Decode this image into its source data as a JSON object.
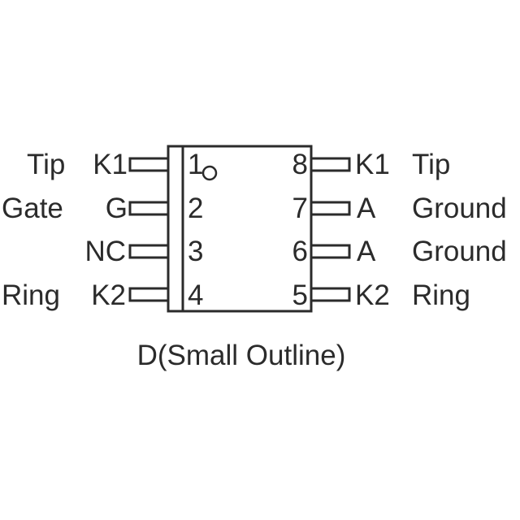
{
  "package_label": "D(Small Outline)",
  "left_pins": [
    {
      "number": "1",
      "symbol": "K1",
      "function": "Tip"
    },
    {
      "number": "2",
      "symbol": "G",
      "function": "Gate"
    },
    {
      "number": "3",
      "symbol": "NC",
      "function": ""
    },
    {
      "number": "4",
      "symbol": "K2",
      "function": "Ring"
    }
  ],
  "right_pins": [
    {
      "number": "8",
      "symbol": "K1",
      "function": "Tip"
    },
    {
      "number": "7",
      "symbol": "A",
      "function": "Ground"
    },
    {
      "number": "6",
      "symbol": "A",
      "function": "Ground"
    },
    {
      "number": "5",
      "symbol": "K2",
      "function": "Ring"
    }
  ]
}
